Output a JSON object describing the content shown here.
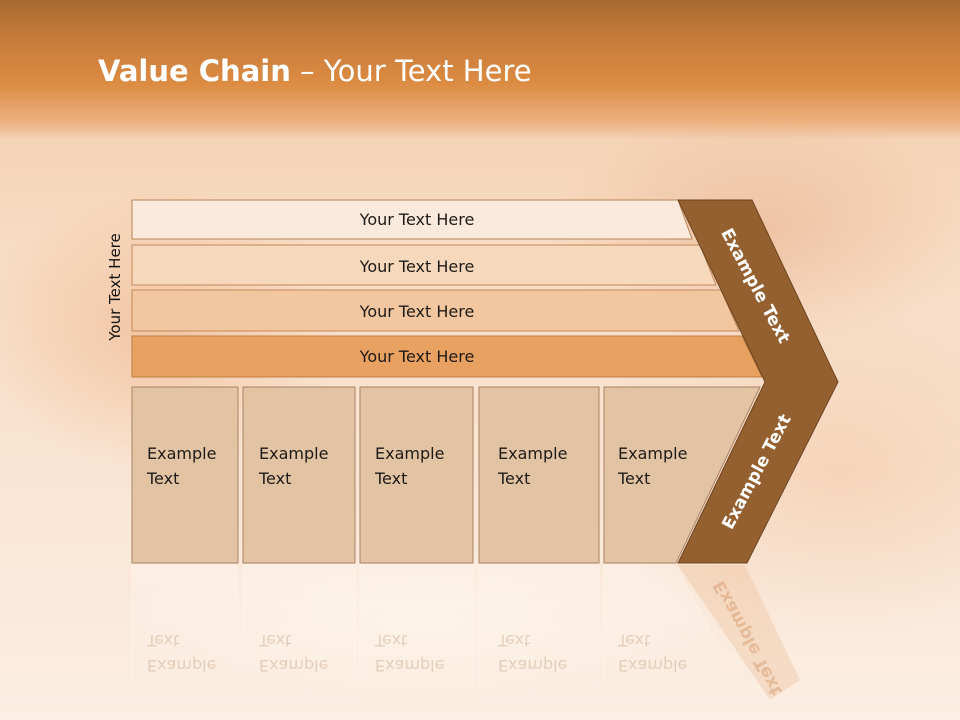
{
  "slide": {
    "title_bold": "Value Chain",
    "title_rest": " – Your Text Here"
  },
  "diagram": {
    "side_label": "Your Text Here",
    "rows": [
      {
        "label": "Your Text Here",
        "color": "#faeadb"
      },
      {
        "label": "Your Text Here",
        "color": "#f6d8bc"
      },
      {
        "label": "Your Text Here",
        "color": "#f2c7a0"
      },
      {
        "label": "Your Text Here",
        "color": "#e8a161"
      }
    ],
    "boxes": [
      {
        "line1": "Example",
        "line2": "Text"
      },
      {
        "line1": "Example",
        "line2": "Text"
      },
      {
        "line1": "Example",
        "line2": "Text"
      },
      {
        "line1": "Example",
        "line2": "Text"
      },
      {
        "line1": "Example",
        "line2": "Text"
      }
    ],
    "chevron_top": "Example Text",
    "chevron_bottom": "Example Text",
    "chevron_color": "#94602f",
    "box_color": "#e2c4a5"
  }
}
